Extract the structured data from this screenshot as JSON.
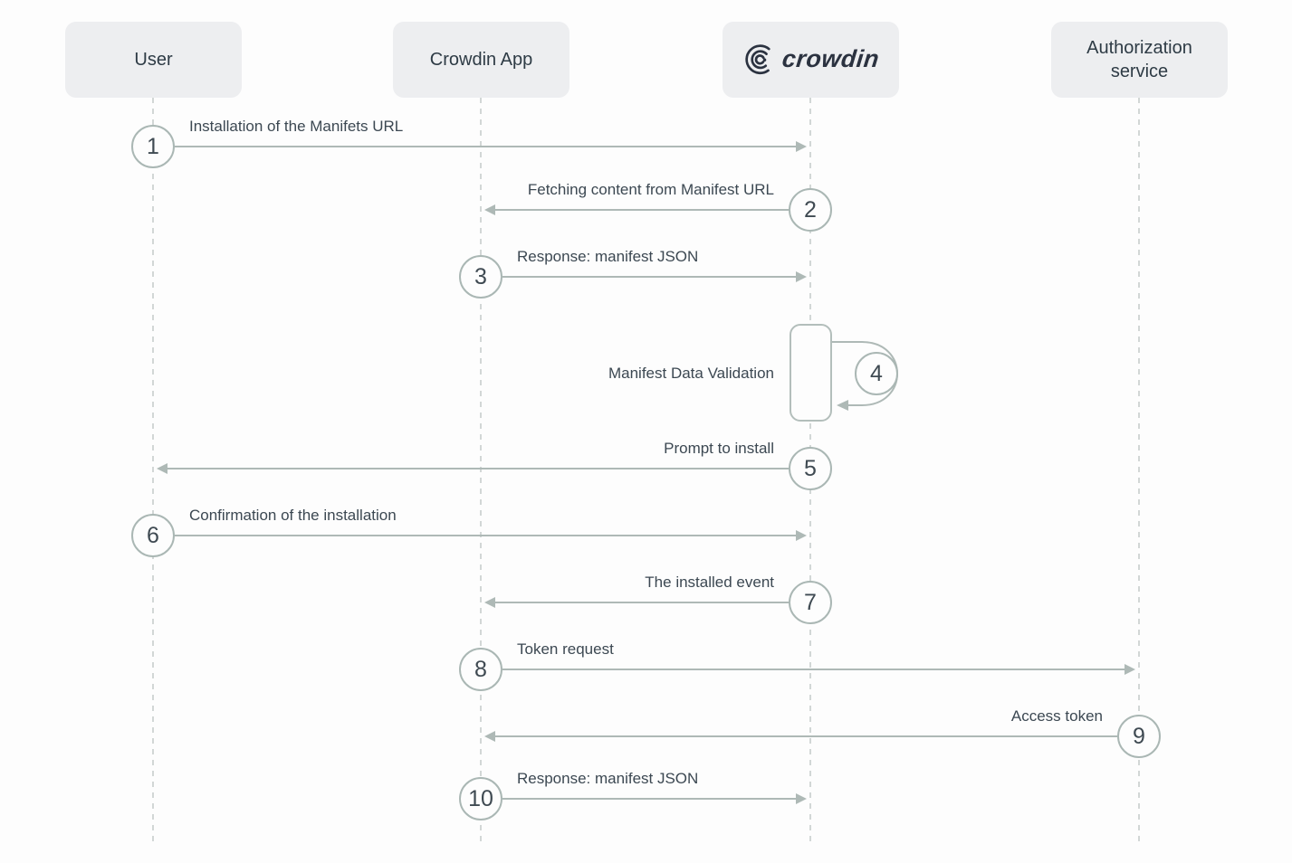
{
  "diagram": {
    "actors": [
      {
        "id": "user",
        "label": "User"
      },
      {
        "id": "app",
        "label": "Crowdin App"
      },
      {
        "id": "crowdin",
        "label": "crowdin",
        "type": "logo"
      },
      {
        "id": "auth",
        "label": "Authorization service"
      }
    ],
    "messages": [
      {
        "step": "1",
        "from": "user",
        "to": "crowdin",
        "label": "Installation of the Manifets URL"
      },
      {
        "step": "2",
        "from": "crowdin",
        "to": "app",
        "label": "Fetching content from Manifest URL"
      },
      {
        "step": "3",
        "from": "app",
        "to": "crowdin",
        "label": "Response: manifest JSON"
      },
      {
        "step": "4",
        "self": "crowdin",
        "label": "Manifest Data Validation"
      },
      {
        "step": "5",
        "from": "crowdin",
        "to": "user",
        "label": "Prompt to install"
      },
      {
        "step": "6",
        "from": "user",
        "to": "crowdin",
        "label": "Confirmation of the installation"
      },
      {
        "step": "7",
        "from": "crowdin",
        "to": "app",
        "label": "The installed event"
      },
      {
        "step": "8",
        "from": "app",
        "to": "auth",
        "label": "Token request"
      },
      {
        "step": "9",
        "from": "auth",
        "to": "app",
        "label": "Access token"
      },
      {
        "step": "10",
        "from": "app",
        "to": "crowdin",
        "label": "Response: manifest JSON"
      }
    ],
    "colors": {
      "arrow": "#aeb9b6",
      "lifeline": "#d2d7d6",
      "actor_bg": "#edeef0",
      "label_text": "#3c4852",
      "actor_text": "#2e3b45",
      "logo_text": "#2b3240",
      "background": "#fdfdfd"
    }
  }
}
